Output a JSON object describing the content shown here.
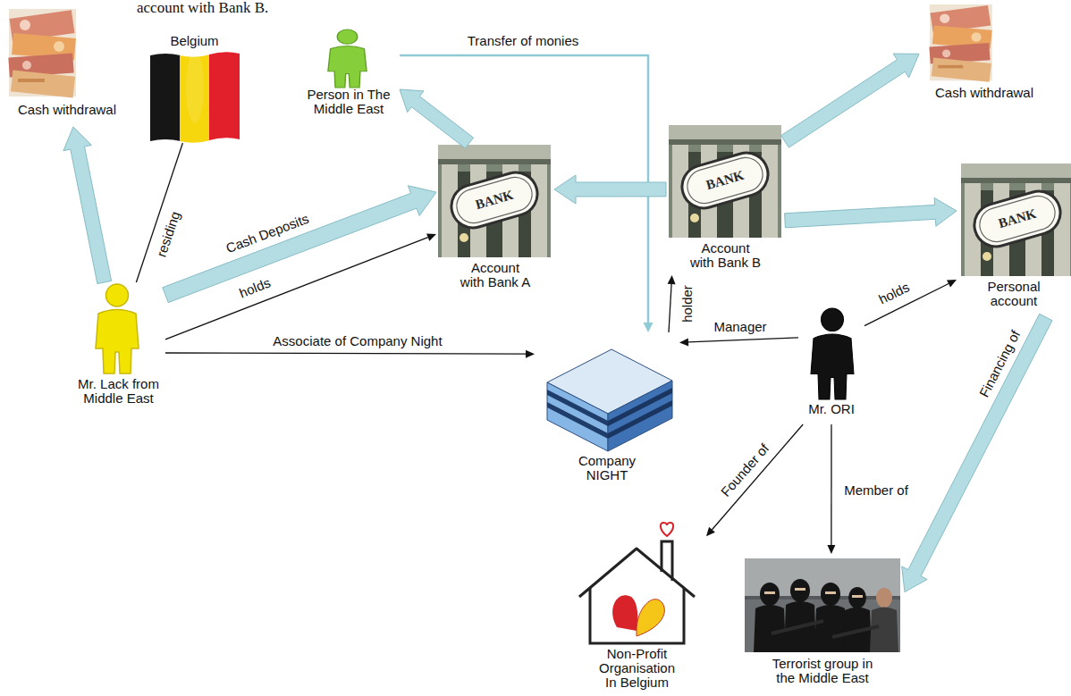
{
  "diagram": {
    "nodes": [
      {
        "text": [
          "Cash withdrawal"
        ]
      },
      {
        "text": [
          "Belgium"
        ]
      },
      {
        "text": [
          "Person in The Middle East"
        ]
      },
      {
        "text": [
          "Account with Bank A"
        ]
      },
      {
        "text": [
          "Account with Bank B"
        ]
      },
      {
        "text": [
          "Cash withdrawal"
        ]
      },
      {
        "text": [
          "Personal account"
        ]
      },
      {
        "text": [
          "Mr. Lack from Middle East"
        ]
      },
      {
        "text": [
          "Company NIGHT"
        ]
      },
      {
        "text": [
          "Mr. ORI"
        ]
      },
      {
        "text": [
          "Non-Profit Organisation In Belgium"
        ]
      },
      {
        "text": [
          "Terrorist group in the Middle East"
        ]
      }
    ],
    "edges": [
      {
        "from": 7,
        "to": 0,
        "arrow": "to"
      },
      {
        "from": 7,
        "to": 1,
        "label": "residing",
        "arrow": "none"
      },
      {
        "from": 7,
        "to": 3,
        "label": "Cash Deposits",
        "arrow": "to"
      },
      {
        "from": 7,
        "to": 3,
        "label": "holds",
        "arrow": "to"
      },
      {
        "from": 7,
        "to": 8,
        "label": "Associate of Company Night",
        "arrow": "to"
      },
      {
        "from": 3,
        "to": 2,
        "arrow": "to"
      },
      {
        "from": 2,
        "to": 8,
        "label": "Transfer of monies",
        "arrow": "to"
      },
      {
        "from": 4,
        "to": 3,
        "arrow": "to"
      },
      {
        "from": 8,
        "to": 4,
        "label": "holder",
        "arrow": "to"
      },
      {
        "from": 4,
        "to": 5,
        "arrow": "to"
      },
      {
        "from": 4,
        "to": 6,
        "arrow": "to"
      },
      {
        "from": 9,
        "to": 8,
        "label": "Manager",
        "arrow": "to"
      },
      {
        "from": 9,
        "to": 6,
        "label": "holds",
        "arrow": "to"
      },
      {
        "from": 9,
        "to": 10,
        "label": "Founder of",
        "arrow": "to"
      },
      {
        "from": 9,
        "to": 11,
        "label": "Member of",
        "arrow": "to"
      },
      {
        "from": 6,
        "to": 11,
        "label": "Financing of",
        "arrow": "to"
      }
    ],
    "labels": [
      "account with Bank B.",
      "BANK",
      "BANK",
      "BANK"
    ]
  }
}
